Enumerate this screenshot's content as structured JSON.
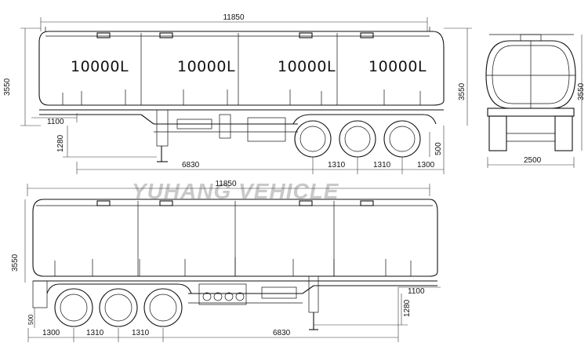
{
  "watermark": "YUHANG VEHICLE",
  "top_view": {
    "overall_length": "11850",
    "height": "3550",
    "compartments": [
      "10000L",
      "10000L",
      "10000L",
      "10000L"
    ],
    "kingpin_offset": "1100",
    "fifth_wheel_height": "1280",
    "kingpin_to_axle": "6830",
    "axle_spacing_1": "1310",
    "axle_spacing_2": "1310",
    "rear_overhang": "1300",
    "deck_height": "500"
  },
  "end_view": {
    "height": "3550",
    "width": "2500"
  },
  "bottom_view": {
    "overall_length": "11850",
    "height": "3550",
    "kingpin_offset": "1100",
    "fifth_wheel_height": "1280",
    "rear_overhang": "1300",
    "axle_spacing_1": "1310",
    "axle_spacing_2": "1310",
    "kingpin_to_axle": "6830",
    "deck_height": "500"
  }
}
